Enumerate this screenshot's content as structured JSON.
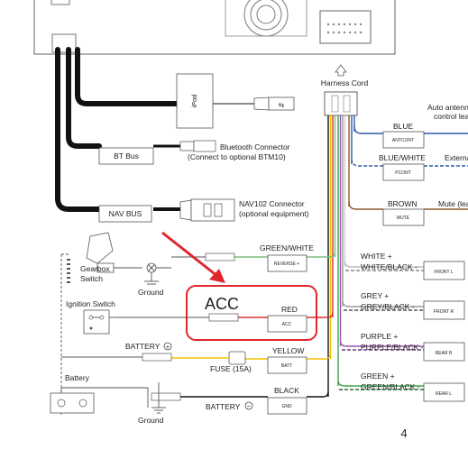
{
  "harness": {
    "title": "Harness Cord"
  },
  "connectors": {
    "ipod": "iPod",
    "bt_bus": "BT Bus",
    "bt_connector": "Bluetooth Connector",
    "bt_connector_note": "(Connect to optional BTM10)",
    "nav_bus": "NAV BUS",
    "nav_connector": "NAV102 Connector",
    "nav_connector_note": "(optional equipment)"
  },
  "right_wires": {
    "blue": {
      "label": "BLUE",
      "box": "ANTCONT",
      "note_line1": "Auto antenna",
      "note_line2": "control lead"
    },
    "blue_white": {
      "label": "BLUE/WHITE",
      "box": "PCONT",
      "note": "External"
    },
    "brown": {
      "label": "BROWN",
      "box": "MUTE",
      "note": "Mute (lead)"
    }
  },
  "speakers": [
    {
      "pos": "WHITE +",
      "neg": "WHITE/BLACK -",
      "box": "FRONT L",
      "pos_color": "#d8d8d8",
      "neg_color": "#8a8a8a"
    },
    {
      "pos": "GREY +",
      "neg": "GREY/BLACK -",
      "box": "FRONT R",
      "pos_color": "#9a9a9a",
      "neg_color": "#555555"
    },
    {
      "pos": "PURPLE +",
      "neg": "PURPLE/BLACK -",
      "box": "REAR R",
      "pos_color": "#9b4fae",
      "neg_color": "#6a3a7a"
    },
    {
      "pos": "GREEN +",
      "neg": "GREEN/BLACK -",
      "box": "REAR L",
      "pos_color": "#3fa64a",
      "neg_color": "#2a6a30"
    }
  ],
  "left_wires": {
    "green_white": {
      "label": "GREEN/WHITE",
      "box": "REVERSE +"
    },
    "red": {
      "label": "RED",
      "box": "ACC"
    },
    "yellow": {
      "label": "YELLOW",
      "box": "BATT"
    },
    "black": {
      "label": "BLACK",
      "box": "GND"
    }
  },
  "components": {
    "gearbox_line1": "Gearbox",
    "gearbox_line2": "Switch",
    "ground_1": "Ground",
    "ignition": "Ignition Switch",
    "battery_pos": "BATTERY",
    "fuse": "FUSE (15A)",
    "battery": "Battery",
    "battery_neg": "BATTERY",
    "ground_2": "Ground"
  },
  "annotation": {
    "text": "ACC",
    "color": "#e0262c"
  },
  "page_number": "4",
  "colors": {
    "blue": "#2f5ca8",
    "brown": "#8b5a2b",
    "green_white": "#7fbf7f",
    "red": "#d93030",
    "yellow": "#f2c200",
    "black": "#111111"
  }
}
